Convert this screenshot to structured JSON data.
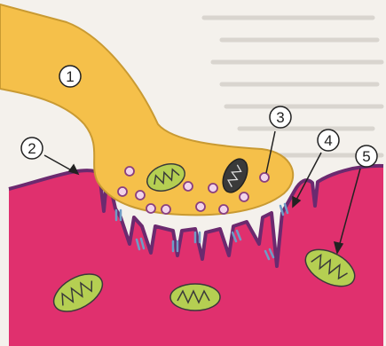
{
  "diagram": {
    "labels": [
      {
        "id": "1",
        "text": "1"
      },
      {
        "id": "2",
        "text": "2"
      },
      {
        "id": "3",
        "text": "3"
      },
      {
        "id": "4",
        "text": "4"
      },
      {
        "id": "5",
        "text": "5"
      }
    ],
    "colors": {
      "background": "#f4f1ec",
      "axon_terminal": "#f5c04a",
      "axon_outline": "#c99a32",
      "muscle_fiber": "#e0306e",
      "muscle_membrane": "#6b2a6f",
      "vesicle": "#f2d4ea",
      "vesicle_outline": "#8a3f80",
      "mitochondrion": "#b5cf52",
      "receptor": "#6f9cc6",
      "callout_circle": "#ffffff",
      "ink": "#222222"
    }
  }
}
